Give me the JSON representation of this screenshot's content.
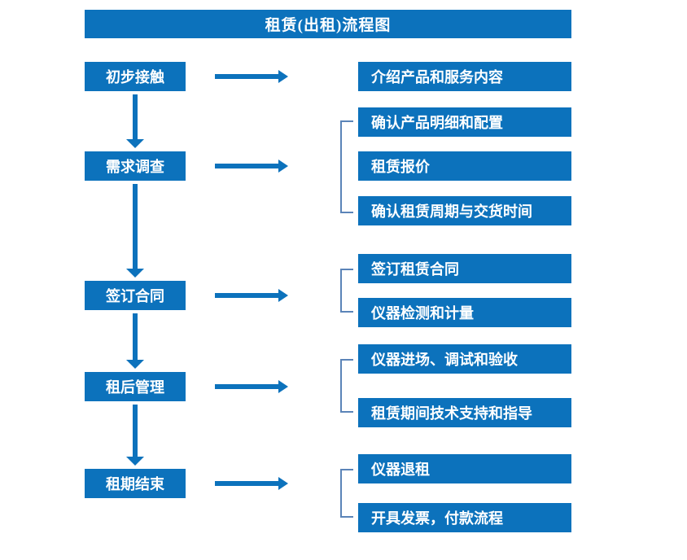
{
  "title": "租赁(出租)流程图",
  "colors": {
    "box": "#0c72bc",
    "title_bar": "#0c72bc",
    "arrow": "#0c72bc",
    "bracket": "#5b84b8",
    "text": "#ffffff",
    "background": "#ffffff"
  },
  "stages": [
    {
      "label": "初步接触"
    },
    {
      "label": "需求调查"
    },
    {
      "label": "签订合同"
    },
    {
      "label": "租后管理"
    },
    {
      "label": "租期结束"
    }
  ],
  "details": {
    "group1": [
      {
        "label": "介绍产品和服务内容"
      }
    ],
    "group2": [
      {
        "label": "确认产品明细和配置"
      },
      {
        "label": "租赁报价"
      },
      {
        "label": "确认租赁周期与交货时间"
      }
    ],
    "group3": [
      {
        "label": "签订租赁合同"
      },
      {
        "label": "仪器检测和计量"
      }
    ],
    "group4": [
      {
        "label": "仪器进场、调试和验收"
      },
      {
        "label": "租赁期间技术支持和指导"
      }
    ],
    "group5": [
      {
        "label": "仪器退租"
      },
      {
        "label": "开具发票，付款流程"
      }
    ]
  }
}
